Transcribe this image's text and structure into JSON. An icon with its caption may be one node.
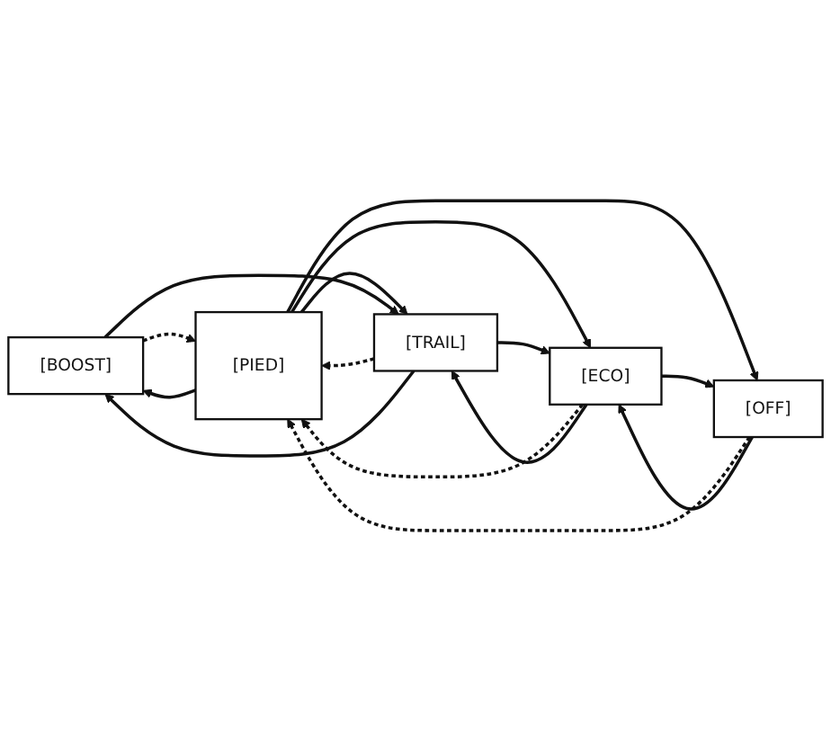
{
  "diagram": {
    "nodes": [
      {
        "text": [
          "[BOOST]"
        ]
      },
      {
        "text": [
          "[TRAIL]"
        ]
      },
      {
        "text": [
          "[ECO]"
        ]
      },
      {
        "text": [
          "[OFF]"
        ]
      },
      {
        "text": [
          "[PIED]"
        ]
      }
    ],
    "edges": [
      {
        "from": 0,
        "to": 4,
        "arrow": "to",
        "style": "dashed"
      },
      {
        "from": 4,
        "to": 0,
        "arrow": "to"
      },
      {
        "from": 1,
        "to": 4,
        "arrow": "to",
        "style": "dashed"
      },
      {
        "from": 4,
        "to": 1,
        "arrow": "to"
      },
      {
        "from": 2,
        "to": 4,
        "arrow": "to",
        "style": "dashed"
      },
      {
        "from": 4,
        "to": 2,
        "arrow": "to"
      },
      {
        "from": 3,
        "to": 4,
        "arrow": "to",
        "style": "dashed"
      },
      {
        "from": 4,
        "to": 3,
        "arrow": "to"
      },
      {
        "from": 0,
        "to": 1,
        "arrow": "to"
      },
      {
        "from": 1,
        "to": 0,
        "arrow": "to"
      },
      {
        "from": 1,
        "to": 2,
        "arrow": "to"
      },
      {
        "from": 2,
        "to": 1,
        "arrow": "to"
      },
      {
        "from": 2,
        "to": 3,
        "arrow": "to"
      },
      {
        "from": 3,
        "to": 2,
        "arrow": "to"
      }
    ]
  }
}
